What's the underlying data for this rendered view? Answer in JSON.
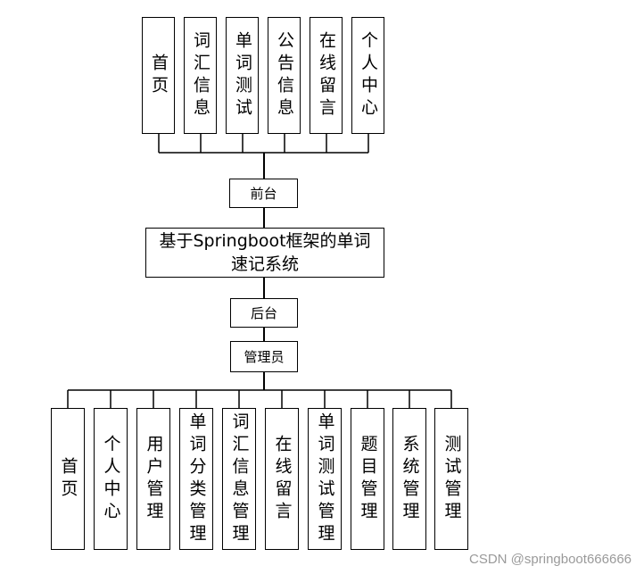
{
  "frontend_modules": [
    "首页",
    "词汇信息",
    "单词测试",
    "公告信息",
    "在线留言",
    "个人中心"
  ],
  "frontend_label": "前台",
  "system_title": "基于Springboot框架的单词速记系统",
  "backend_label": "后台",
  "admin_label": "管理员",
  "backend_modules": [
    "首页",
    "个人中心",
    "用户管理",
    "单词分类管理",
    "词汇信息管理",
    "在线留言",
    "单词测试管理",
    "题目管理",
    "系统管理",
    "测试管理"
  ],
  "watermark": "CSDN @springboot666666"
}
